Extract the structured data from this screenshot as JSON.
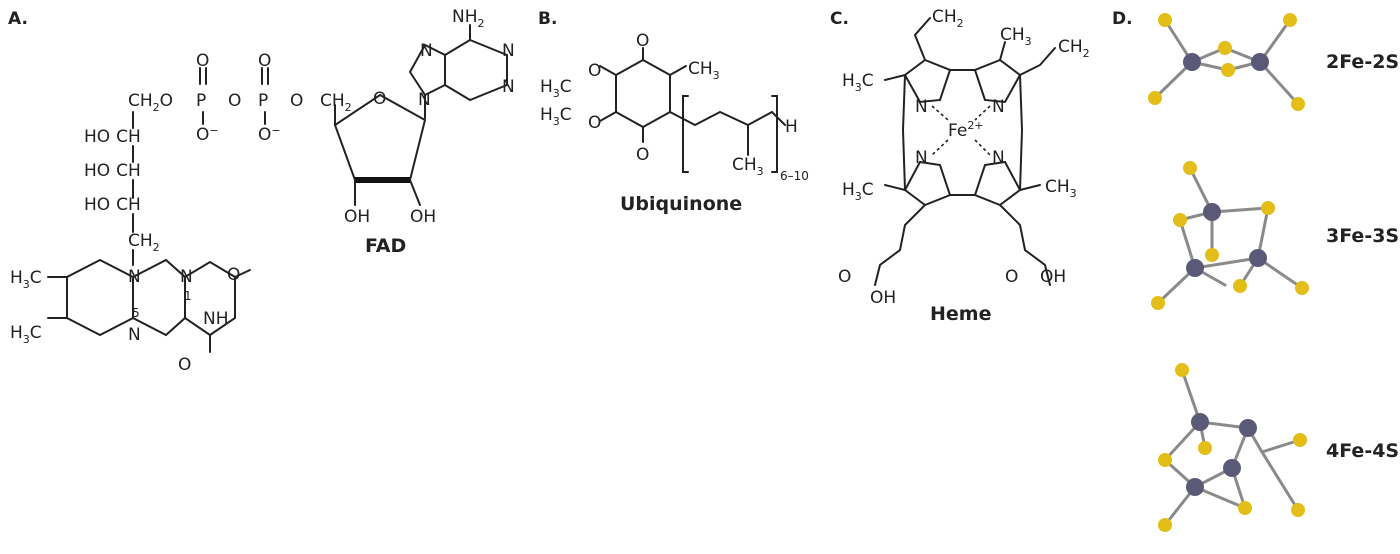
{
  "panels": {
    "a": {
      "letter": "A.",
      "caption": "FAD",
      "atoms": {
        "nh2": "NH",
        "nh2_sub": "2",
        "ch2o": "CH",
        "ch2o_sub": "2",
        "o": "O",
        "o_minus": "O",
        "minus": "−",
        "p": "P",
        "ho_ch": "HO",
        "ch": "CH",
        "oh": "OH",
        "n": "N",
        "nh": "NH",
        "h3c": "H",
        "h3c_sub": "3",
        "c": "C",
        "num_1": "1",
        "num_5": "5"
      }
    },
    "b": {
      "letter": "B.",
      "caption": "Ubiquinone",
      "atoms": {
        "h3c": "H",
        "h3c_sub": "3",
        "c": "C",
        "o": "O",
        "ch3": "CH",
        "ch3_sub": "3",
        "h": "H",
        "repeat": "6–10"
      }
    },
    "c": {
      "letter": "C.",
      "caption": "Heme",
      "atoms": {
        "ch2": "CH",
        "ch2_sub": "2",
        "ch3": "CH",
        "ch3_sub": "3",
        "h3c": "H",
        "h3c_sub": "3",
        "c": "C",
        "n": "N",
        "fe": "Fe",
        "fe_charge": "2+",
        "o": "O",
        "oh": "OH"
      }
    },
    "d": {
      "letter": "D.",
      "clusters": [
        {
          "label": "2Fe-2S"
        },
        {
          "label": "3Fe-3S"
        },
        {
          "label": "4Fe-4S"
        }
      ],
      "colors": {
        "iron": "#5a5a78",
        "sulfur": "#e3bd18",
        "rod": "#8a8a8a"
      }
    }
  }
}
